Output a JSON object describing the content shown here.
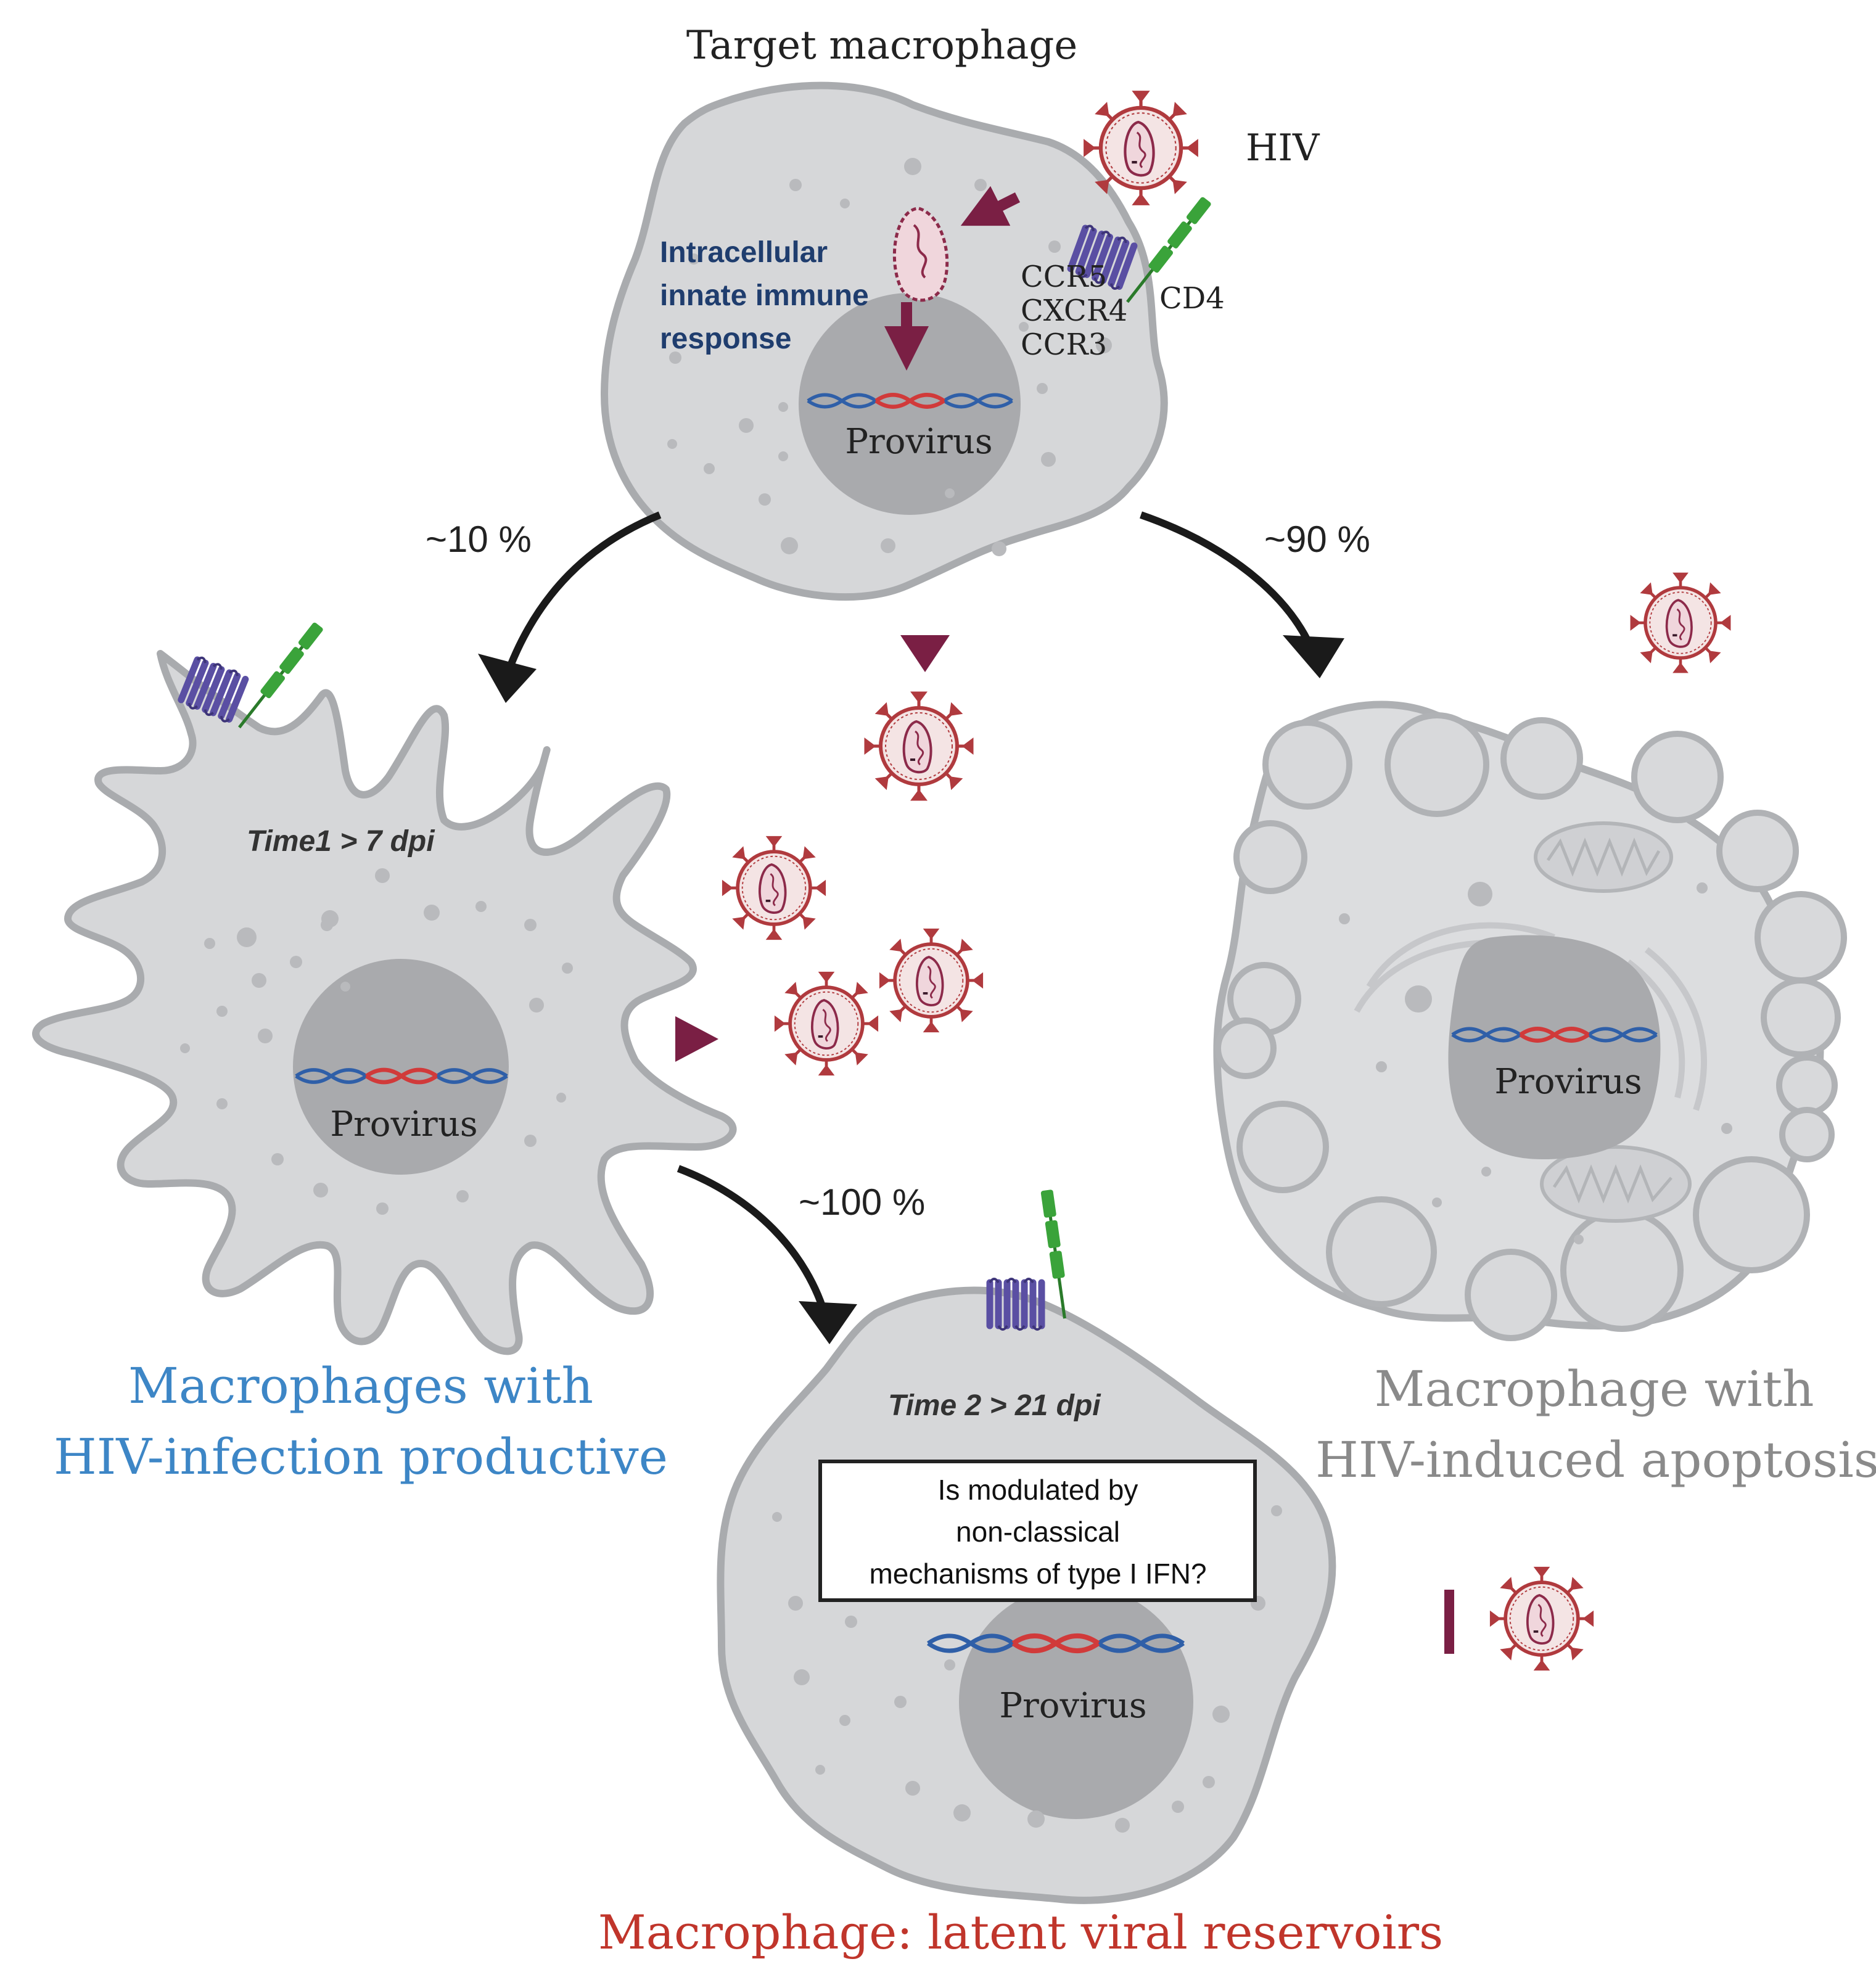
{
  "labels": {
    "target_macrophage": "Target  macrophage",
    "hiv": "HIV",
    "innate_line1": "Intracellular",
    "innate_line2": "innate immune",
    "innate_line3": "response",
    "ccr5": "CCR5",
    "cxcr4": "CXCR4",
    "ccr3": "CCR3",
    "cd4": "CD4",
    "provirus_top": "Provirus",
    "provirus_left": "Provirus",
    "provirus_right": "Provirus",
    "provirus_bottom": "Provirus",
    "pct_left": "~10 %",
    "pct_right": "~90 %",
    "pct_bottom": "~100 %",
    "time1": "Time1 > 7 dpi",
    "time2": "Time 2 > 21 dpi",
    "question_line1": "Is modulated by",
    "question_line2": "non-classical",
    "question_line3": "mechanisms of type I IFN?"
  },
  "captions": {
    "productive_line1": "Macrophages with",
    "productive_line2": "HIV-infection productive",
    "apoptosis_line1": "Macrophage with",
    "apoptosis_line2": "HIV-induced apoptosis",
    "latent": "Macrophage: latent viral reservoirs"
  },
  "colors": {
    "productive_caption": "#3d86c6",
    "apoptosis_caption": "#8a8a8a",
    "latent_caption": "#c0352b",
    "innate_text": "#1f3d6e",
    "arrow_maroon": "#7a1f44",
    "arrow_black": "#1a1a1a",
    "virus": "#b03a3e",
    "receptor_purple": "#5a4fa3",
    "cd4_green": "#3aa33a"
  }
}
